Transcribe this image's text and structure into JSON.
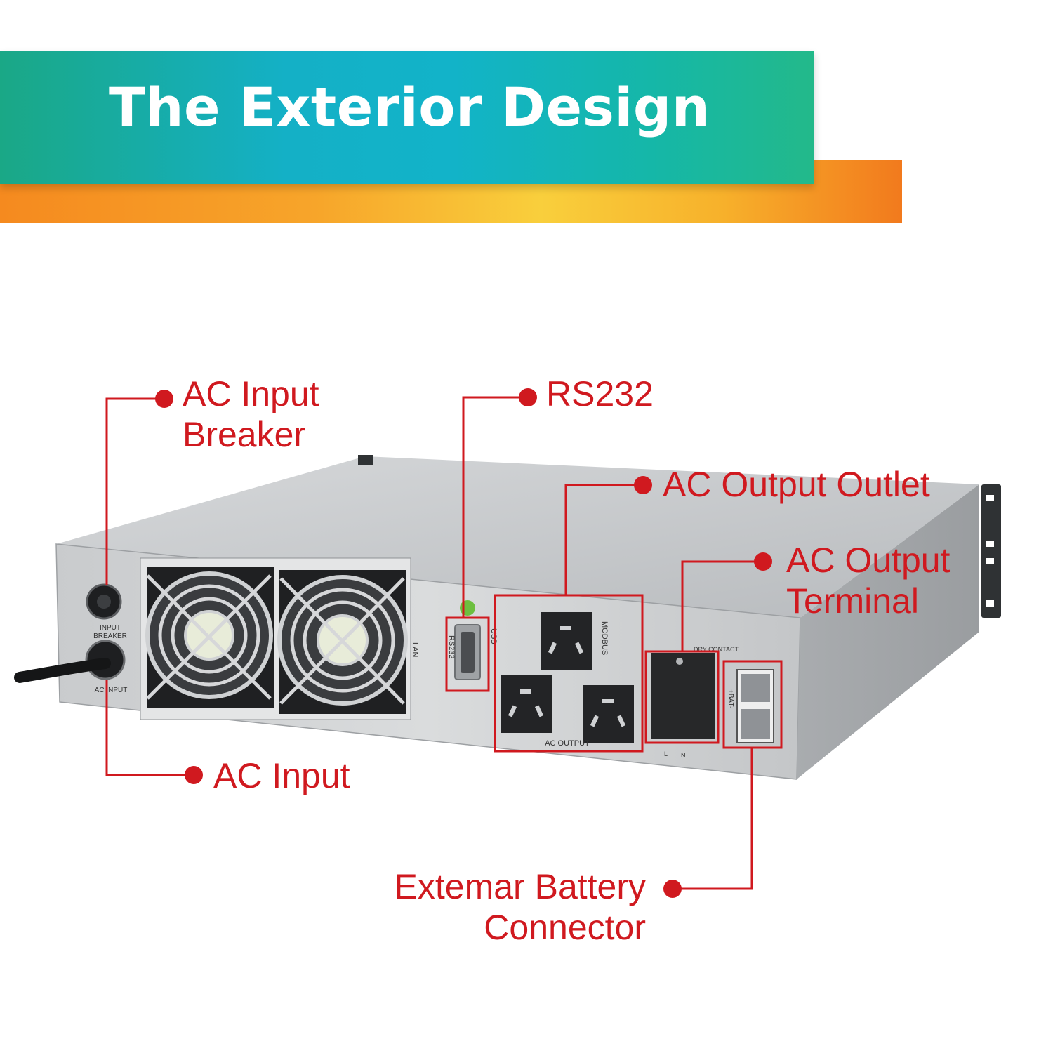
{
  "banner": {
    "title": "The Exterior Design"
  },
  "colors": {
    "callout": "#d0191f",
    "banner_teal": "#14b0c6",
    "banner_orange": "#f58a1f"
  },
  "callouts": {
    "ac_input_breaker": {
      "line1": "AC Input",
      "line2": "Breaker"
    },
    "rs232": {
      "label": "RS232"
    },
    "ac_output_outlet": {
      "label": "AC Output Outlet"
    },
    "ac_output_terminal": {
      "line1": "AC Output",
      "line2": "Terminal"
    },
    "ac_input": {
      "label": "AC Input"
    },
    "battery_connector": {
      "line1": "Extemar Battery",
      "line2": "Connector"
    }
  },
  "panel_labels": {
    "input_breaker_1": "INPUT",
    "input_breaker_2": "BREAKER",
    "ac_input": "AC INPUT",
    "usb": "USB",
    "rs232": "RS232",
    "lan": "LAN",
    "modbus": "MODBUS",
    "ac_output": "AC OUTPUT",
    "dry_contact": "DRY CONTACT",
    "bat": "+BAT-",
    "terminal_l": "L",
    "terminal_n": "N"
  }
}
